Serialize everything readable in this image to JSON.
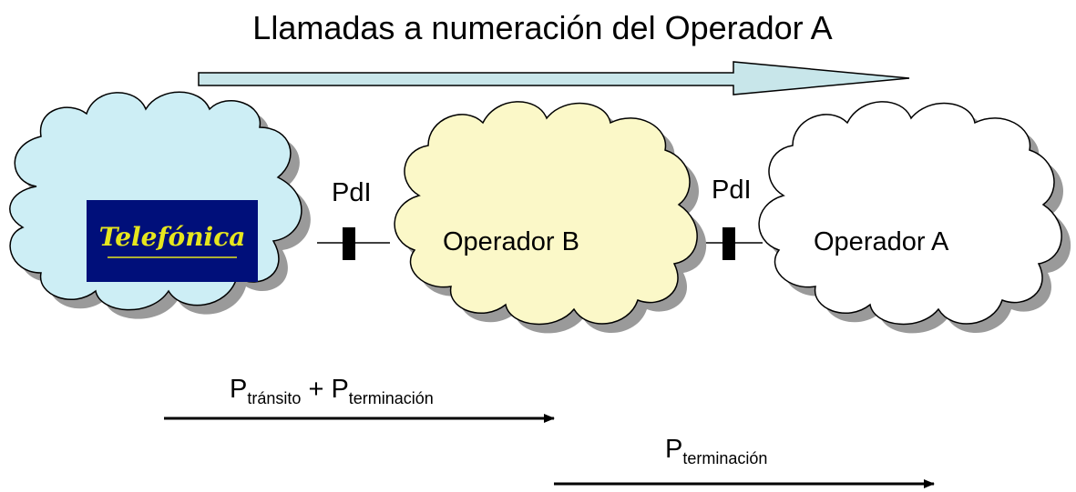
{
  "title": "Llamadas a numeración del Operador A",
  "networks": {
    "telefonica_logo_text": "Telefónica",
    "operator_b": "Operador B",
    "operator_a": "Operador A"
  },
  "interconnection": {
    "pdi_1": "PdI",
    "pdi_2": "PdI"
  },
  "prices": {
    "first": {
      "p1": "P",
      "sub1": "tránsito",
      "plus": "+",
      "p2": "P",
      "sub2": "terminación"
    },
    "second": {
      "p": "P",
      "sub": "terminación"
    }
  },
  "colors": {
    "cloud_telefonica": "#cdeef5",
    "cloud_operator_b": "#fbf8c8",
    "cloud_operator_a": "#ffffff",
    "big_arrow": "#c8e6ea",
    "logo_bg": "#000f7a",
    "logo_text": "#e6e61e"
  }
}
